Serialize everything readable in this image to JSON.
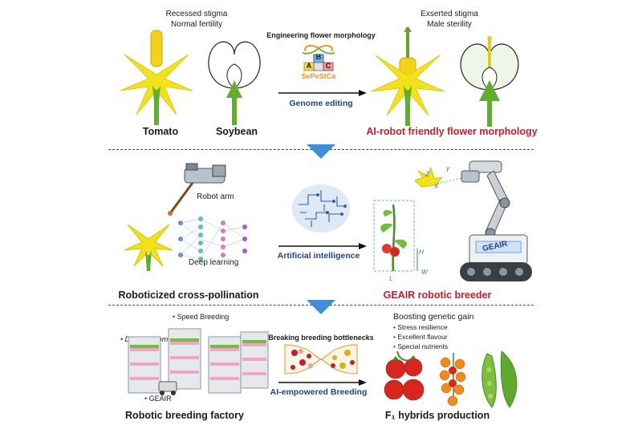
{
  "section1": {
    "left_caption_line1": "Recessed stigma",
    "left_caption_line2": "Normal fertility",
    "right_caption_line1": "Exserted stigma",
    "right_caption_line2": "Male sterility",
    "center_title": "Engineering flower morphology",
    "abc_labels": [
      "B",
      "A",
      "C"
    ],
    "organ_letters": "SePeStCa",
    "arrow_label": "Genome editing",
    "tomato_label": "Tomato",
    "soybean_label": "Soybean",
    "result_label": "AI-robot friendly flower morphology"
  },
  "section2": {
    "robot_arm_label": "Robot arm",
    "deep_learning_label": "Deep learning",
    "arrow_label": "Artificial intelligence",
    "left_title": "Roboticized cross-pollination",
    "right_title": "GEAIR robotic breeder",
    "robot_brand": "GEAIR",
    "axis_labels": [
      "X",
      "Y",
      "Z",
      "L",
      "H",
      "W"
    ]
  },
  "section3": {
    "speed_breeding": "Speed Breeding",
    "de_novo": "De novo domestication",
    "geair": "GEAIR",
    "center_title": "Breaking breeding bottlenecks",
    "arrow_label": "AI-empowered Breeding",
    "right_heading": "Boosting genetic gain",
    "bullets": [
      "Stress resilience",
      "Excellent flavour",
      "Special nutrients"
    ],
    "left_title": "Robotic breeding factory",
    "right_title": "F₁ hybrids production"
  },
  "colors": {
    "accent_red": "#d11a2a",
    "accent_blue": "#1f3f9a",
    "flower_yellow": "#f2e21a",
    "leaf_green": "#5fae2e",
    "arrow_blue": "#3d8fd6"
  }
}
